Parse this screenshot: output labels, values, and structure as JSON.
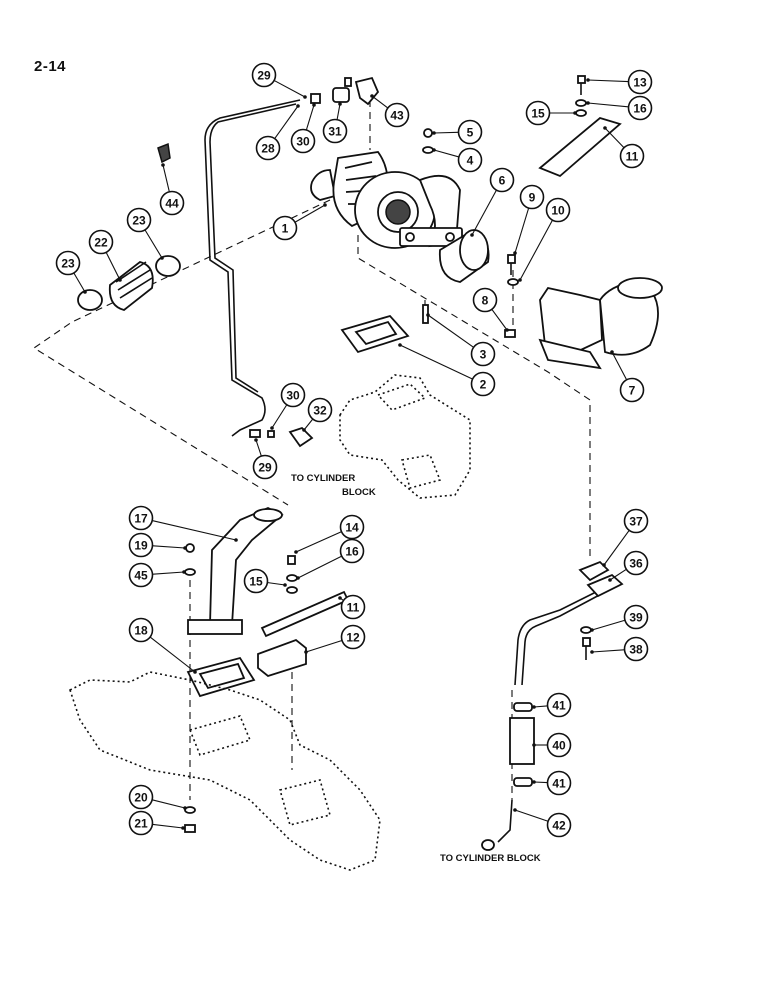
{
  "page_number": "2-14",
  "notes": {
    "to_cylinder_block_upper_line1": "TO CYLINDER",
    "to_cylinder_block_upper_line2": "BLOCK",
    "to_cylinder_block_lower": "TO CYLINDER BLOCK"
  },
  "callouts": [
    {
      "id": "c1",
      "label": "1"
    },
    {
      "id": "c2",
      "label": "2"
    },
    {
      "id": "c3",
      "label": "3"
    },
    {
      "id": "c4",
      "label": "4"
    },
    {
      "id": "c5",
      "label": "5"
    },
    {
      "id": "c6",
      "label": "6"
    },
    {
      "id": "c7",
      "label": "7"
    },
    {
      "id": "c8",
      "label": "8"
    },
    {
      "id": "c9",
      "label": "9"
    },
    {
      "id": "c10",
      "label": "10"
    },
    {
      "id": "c11a",
      "label": "11"
    },
    {
      "id": "c11b",
      "label": "11"
    },
    {
      "id": "c12",
      "label": "12"
    },
    {
      "id": "c13",
      "label": "13"
    },
    {
      "id": "c14",
      "label": "14"
    },
    {
      "id": "c15a",
      "label": "15"
    },
    {
      "id": "c15b",
      "label": "15"
    },
    {
      "id": "c16a",
      "label": "16"
    },
    {
      "id": "c16b",
      "label": "16"
    },
    {
      "id": "c17",
      "label": "17"
    },
    {
      "id": "c18",
      "label": "18"
    },
    {
      "id": "c19",
      "label": "19"
    },
    {
      "id": "c20",
      "label": "20"
    },
    {
      "id": "c21",
      "label": "21"
    },
    {
      "id": "c22",
      "label": "22"
    },
    {
      "id": "c23a",
      "label": "23"
    },
    {
      "id": "c23b",
      "label": "23"
    },
    {
      "id": "c28",
      "label": "28"
    },
    {
      "id": "c29a",
      "label": "29"
    },
    {
      "id": "c29b",
      "label": "29"
    },
    {
      "id": "c30a",
      "label": "30"
    },
    {
      "id": "c30b",
      "label": "30"
    },
    {
      "id": "c31",
      "label": "31"
    },
    {
      "id": "c32",
      "label": "32"
    },
    {
      "id": "c36",
      "label": "36"
    },
    {
      "id": "c37",
      "label": "37"
    },
    {
      "id": "c38",
      "label": "38"
    },
    {
      "id": "c39",
      "label": "39"
    },
    {
      "id": "c40",
      "label": "40"
    },
    {
      "id": "c41a",
      "label": "41"
    },
    {
      "id": "c41b",
      "label": "41"
    },
    {
      "id": "c42",
      "label": "42"
    },
    {
      "id": "c43",
      "label": "43"
    },
    {
      "id": "c44",
      "label": "44"
    },
    {
      "id": "c45",
      "label": "45"
    }
  ]
}
